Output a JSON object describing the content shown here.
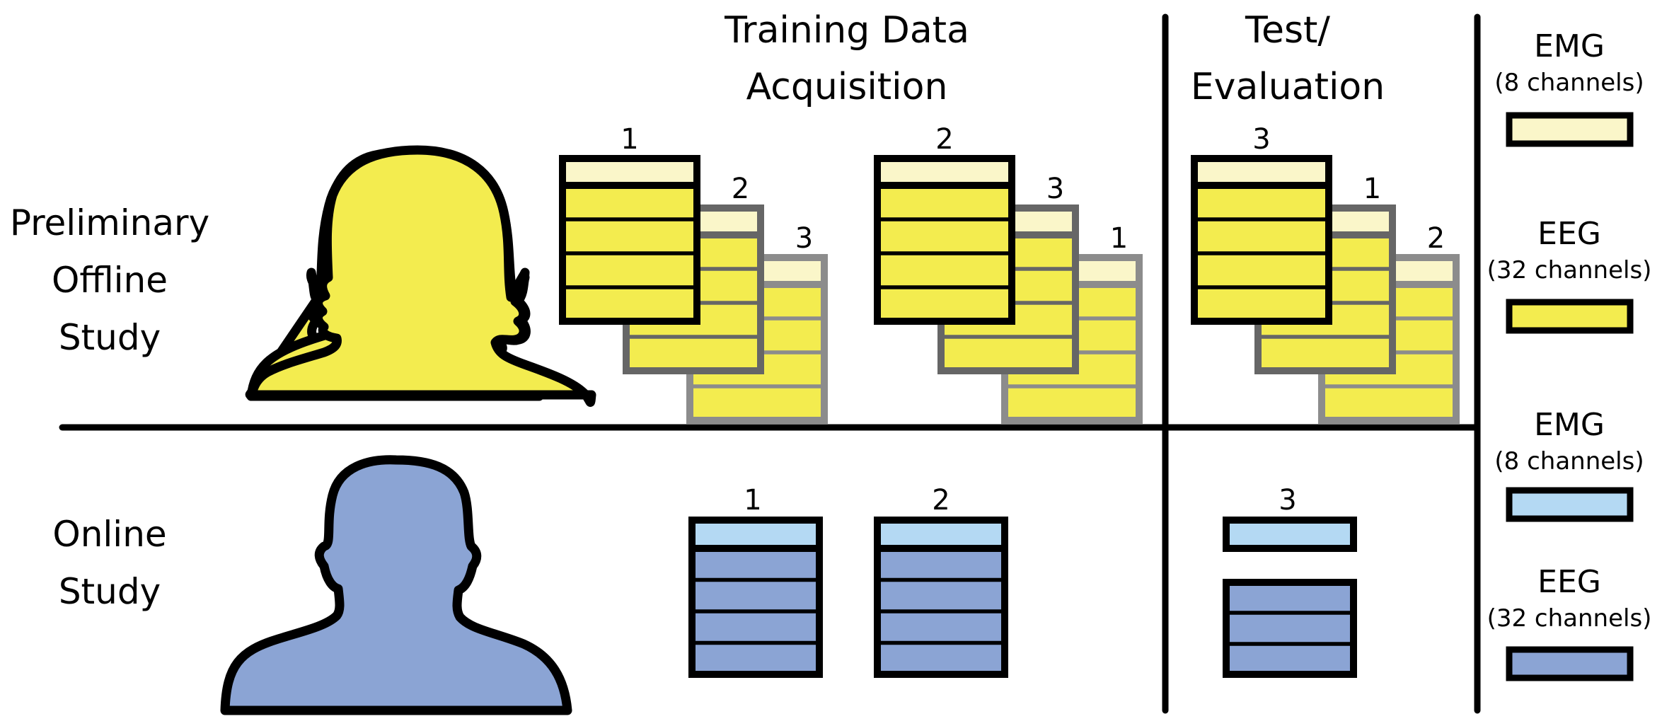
{
  "headers": {
    "training_line1": "Training Data",
    "training_line2": "Acquisition",
    "test_line1": "Test/",
    "test_line2": "Evaluation"
  },
  "rows": {
    "offline_line1": "Preliminary",
    "offline_line2": "Offline",
    "offline_line3": "Study",
    "online_line1": "Online",
    "online_line2": "Study"
  },
  "block_numbers": {
    "offline_group_a": [
      "1",
      "2",
      "3"
    ],
    "offline_group_b": [
      "2",
      "3",
      "1"
    ],
    "offline_test": [
      "3",
      "1",
      "2"
    ],
    "online_a": "1",
    "online_b": "2",
    "online_test": "3"
  },
  "legend": {
    "offline_emg_title": "EMG",
    "offline_emg_sub": "(8 channels)",
    "offline_eeg_title": "EEG",
    "offline_eeg_sub": "(32 channels)",
    "online_emg_title": "EMG",
    "online_emg_sub": "(8 channels)",
    "online_eeg_title": "EEG",
    "online_eeg_sub": "(32 channels)"
  },
  "colors": {
    "offline_emg": "#FAF6C9",
    "offline_eeg": "#F3EC4F",
    "online_emg": "#B4D9F3",
    "online_eeg": "#8BA4D4",
    "ghost_border_mid": "#666666",
    "ghost_border_far": "#8C8C8C"
  }
}
